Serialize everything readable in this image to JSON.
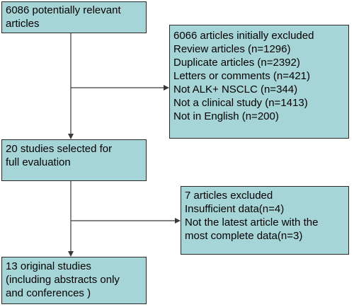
{
  "flow": {
    "start": {
      "lines": [
        "6086 potentially relevant",
        "articles"
      ]
    },
    "excluded_initial": {
      "lines": [
        "6066 articles initially excluded",
        "Review articles (n=1296)",
        "Duplicate articles (n=2392)",
        "Letters or comments (n=421)",
        "Not ALK+ NSCLC (n=344)",
        "Not a clinical study (n=1413)",
        "Not in English (n=200)"
      ]
    },
    "full_evaluation": {
      "lines": [
        "20 studies selected for",
        "full evaluation"
      ]
    },
    "excluded_later": {
      "lines": [
        "7 articles excluded",
        "Insufficient data(n=4)",
        "Not the latest article with the",
        "most complete data(n=3)"
      ]
    },
    "final": {
      "lines": [
        "13 original studies",
        "(including abstracts only",
        "and conferences )"
      ]
    }
  },
  "colors": {
    "box_fill": "#a6d5d8",
    "box_border": "#2a2a2a",
    "connector": "#3a3a3a"
  }
}
